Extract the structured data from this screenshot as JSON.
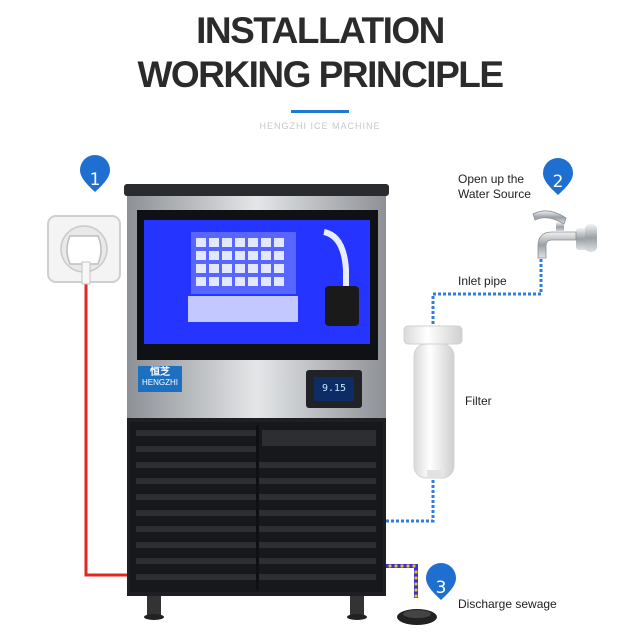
{
  "header": {
    "title_line1": "INSTALLATION",
    "title_line2": "WORKING PRINCIPLE",
    "ghost_text": "HENGZHI ICE MACHINE",
    "accent_color": "#1f7ad6"
  },
  "steps": [
    {
      "number": "1",
      "label": "",
      "icon": "power-socket-icon"
    },
    {
      "number": "2",
      "label": "Open up the Water Source",
      "icon": "water-tap-icon"
    },
    {
      "number": "3",
      "label": "Discharge sewage",
      "icon": "drain-icon"
    }
  ],
  "labels": {
    "water_line1": "Open up the",
    "water_line2": "Water Source",
    "inlet": "Inlet pipe",
    "filter": "Filter",
    "discharge": "Discharge sewage"
  },
  "machine": {
    "brand_cn": "恒芝",
    "brand_en": "HENGZHI",
    "display": "9.15"
  },
  "colors": {
    "pin": "#1f6fd0",
    "power_line": "#e32626",
    "water_line": "#2f7de0",
    "drain_dots": "#e6c21a",
    "interior": "#1a2cff"
  }
}
